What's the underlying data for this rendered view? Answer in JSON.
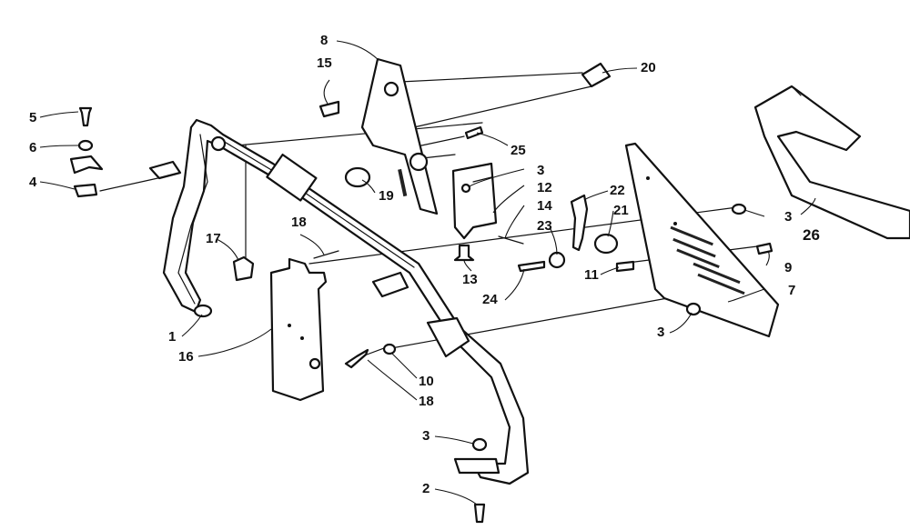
{
  "callouts": {
    "c1": "1",
    "c2": "2",
    "c3a": "3",
    "c3b": "3",
    "c3c": "3",
    "c3d": "3",
    "c4": "4",
    "c5": "5",
    "c6": "6",
    "c7": "7",
    "c8": "8",
    "c9": "9",
    "c10": "10",
    "c11": "11",
    "c12": "12",
    "c13": "13",
    "c14": "14",
    "c15": "15",
    "c16": "16",
    "c17": "17",
    "c18a": "18",
    "c18b": "18",
    "c19": "19",
    "c20": "20",
    "c21": "21",
    "c22": "22",
    "c23": "23",
    "c24": "24",
    "c25": "25",
    "c26": "26"
  }
}
